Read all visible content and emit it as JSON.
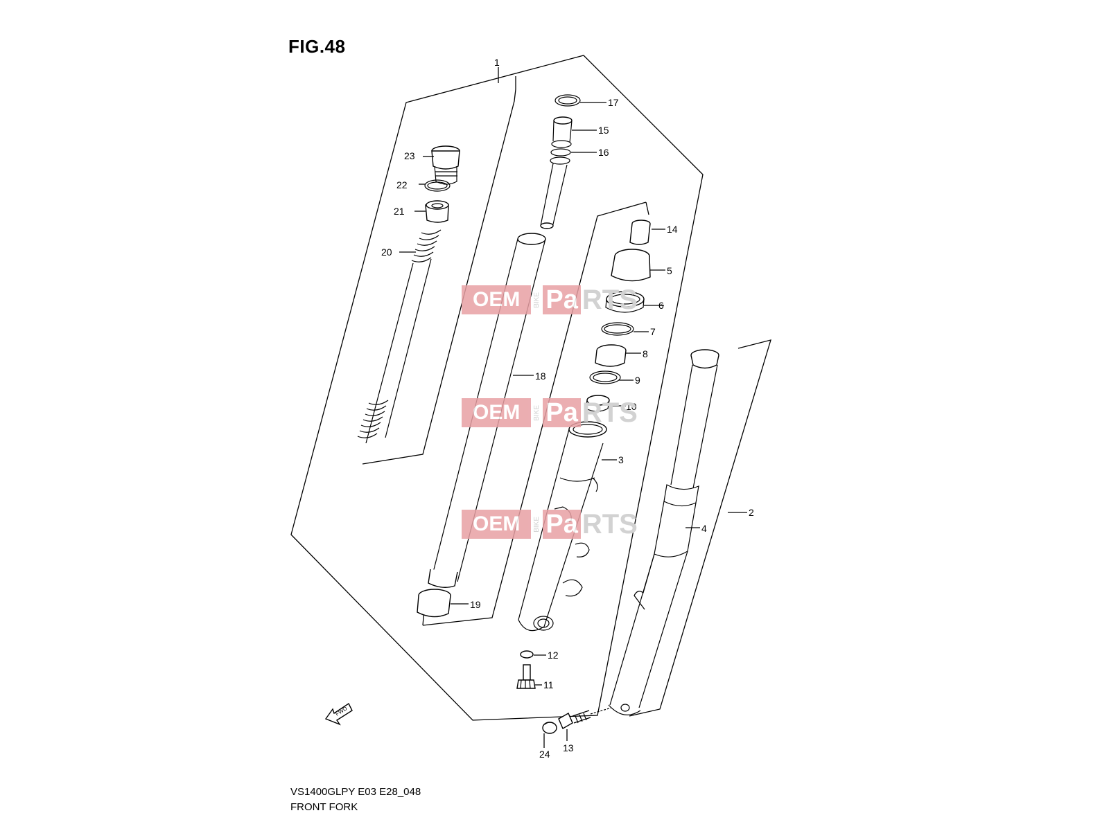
{
  "figure": {
    "title": "FIG.48",
    "model_code": "VS1400GLPY E03 E28_048",
    "assembly_name": "FRONT FORK"
  },
  "watermark": {
    "oem": "OEM",
    "bike": "BIKE",
    "pa": "Pa",
    "rts": "RTS"
  },
  "fwd_label": "FWD",
  "callouts": [
    {
      "id": "c1",
      "label": "1"
    },
    {
      "id": "c2",
      "label": "2"
    },
    {
      "id": "c3",
      "label": "3"
    },
    {
      "id": "c4",
      "label": "4"
    },
    {
      "id": "c5",
      "label": "5"
    },
    {
      "id": "c6",
      "label": "6"
    },
    {
      "id": "c7",
      "label": "7"
    },
    {
      "id": "c8",
      "label": "8"
    },
    {
      "id": "c9",
      "label": "9"
    },
    {
      "id": "c10",
      "label": "10"
    },
    {
      "id": "c11",
      "label": "11"
    },
    {
      "id": "c12",
      "label": "12"
    },
    {
      "id": "c13",
      "label": "13"
    },
    {
      "id": "c14",
      "label": "14"
    },
    {
      "id": "c15",
      "label": "15"
    },
    {
      "id": "c16",
      "label": "16"
    },
    {
      "id": "c17",
      "label": "17"
    },
    {
      "id": "c18",
      "label": "18"
    },
    {
      "id": "c19",
      "label": "19"
    },
    {
      "id": "c20",
      "label": "20"
    },
    {
      "id": "c21",
      "label": "21"
    },
    {
      "id": "c22",
      "label": "22"
    },
    {
      "id": "c23",
      "label": "23"
    },
    {
      "id": "c24",
      "label": "24"
    }
  ]
}
